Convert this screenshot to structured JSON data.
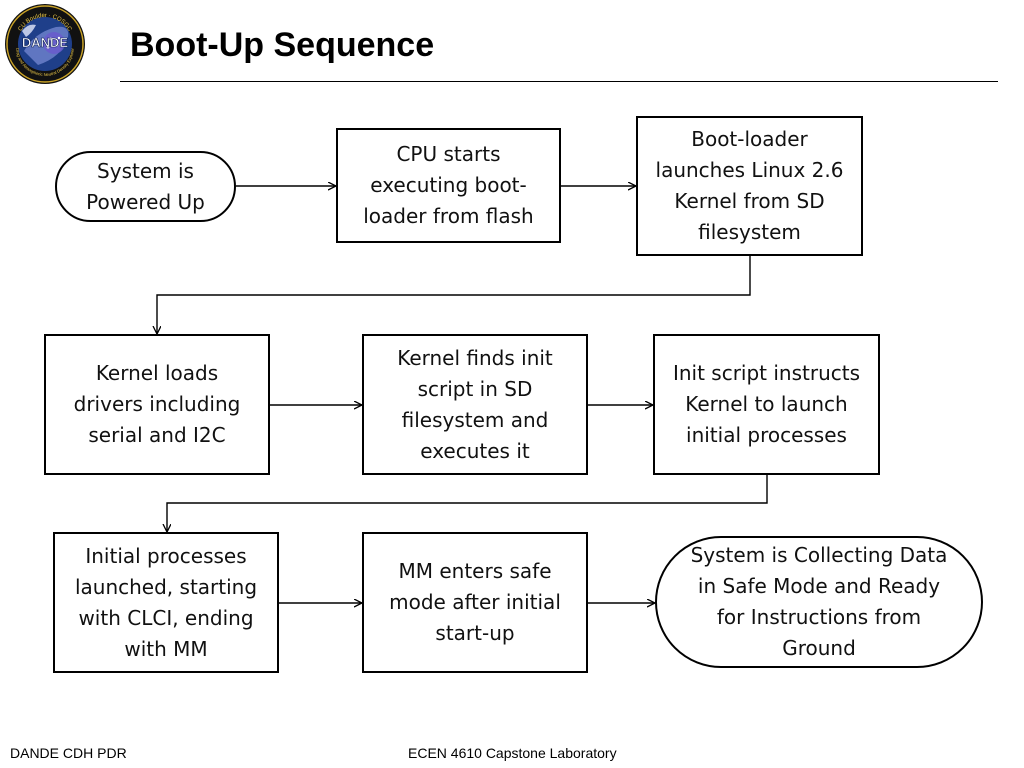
{
  "slide": {
    "title": "Boot-Up Sequence",
    "logo": {
      "name": "DANDE",
      "arc_top": "CU Boulder · COSGC",
      "arc_bottom": "Drag and Atmospheric Neutral Density Explorer"
    }
  },
  "diagram": {
    "nodes": {
      "n1": "System is\nPowered Up",
      "n2": "CPU starts\nexecuting boot-\nloader from flash",
      "n3": "Boot-loader\nlaunches Linux 2.6\nKernel from SD\nfilesystem",
      "n4": "Kernel loads\ndrivers including\nserial and I2C",
      "n5": "Kernel finds init\nscript in SD\nfilesystem and\nexecutes it",
      "n6": "Init script instructs\nKernel to launch\ninitial processes",
      "n7": "Initial processes\nlaunched, starting\nwith CLCI, ending\nwith MM",
      "n8": "MM enters safe\nmode after initial\nstart-up",
      "n9": "System is Collecting Data\nin Safe Mode and Ready\nfor Instructions from\nGround"
    },
    "edges": [
      [
        "n1",
        "n2"
      ],
      [
        "n2",
        "n3"
      ],
      [
        "n3",
        "n4"
      ],
      [
        "n4",
        "n5"
      ],
      [
        "n5",
        "n6"
      ],
      [
        "n6",
        "n7"
      ],
      [
        "n7",
        "n8"
      ],
      [
        "n8",
        "n9"
      ]
    ]
  },
  "footer": {
    "left": "DANDE CDH PDR",
    "center": "ECEN 4610 Capstone Laboratory"
  }
}
